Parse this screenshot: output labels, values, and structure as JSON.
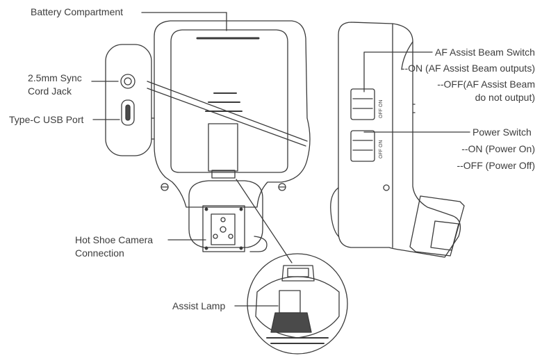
{
  "labels": {
    "battery_compartment": "Battery Compartment",
    "sync_jack": [
      "2.5mm Sync",
      "Cord Jack"
    ],
    "usb_port": "Type-C USB Port",
    "hot_shoe": [
      "Hot Shoe Camera",
      "Connection"
    ],
    "assist_lamp": "Assist Lamp",
    "af_switch": {
      "title": "AF Assist Beam Switch",
      "on": "--ON (AF Assist Beam outputs)",
      "off": [
        "--OFF(AF Assist Beam",
        "do not output)"
      ]
    },
    "power_switch": {
      "title": "Power Switch",
      "on": "--ON (Power On)",
      "off": "--OFF (Power Off)"
    }
  },
  "switch_markings": {
    "af": "OFF ON",
    "power": "OFF ON"
  },
  "colors": {
    "line": "#3a3a3a",
    "text": "#3c3c3c",
    "body_fill": "#ffffff",
    "dark_fill": "#4a4a4a"
  }
}
